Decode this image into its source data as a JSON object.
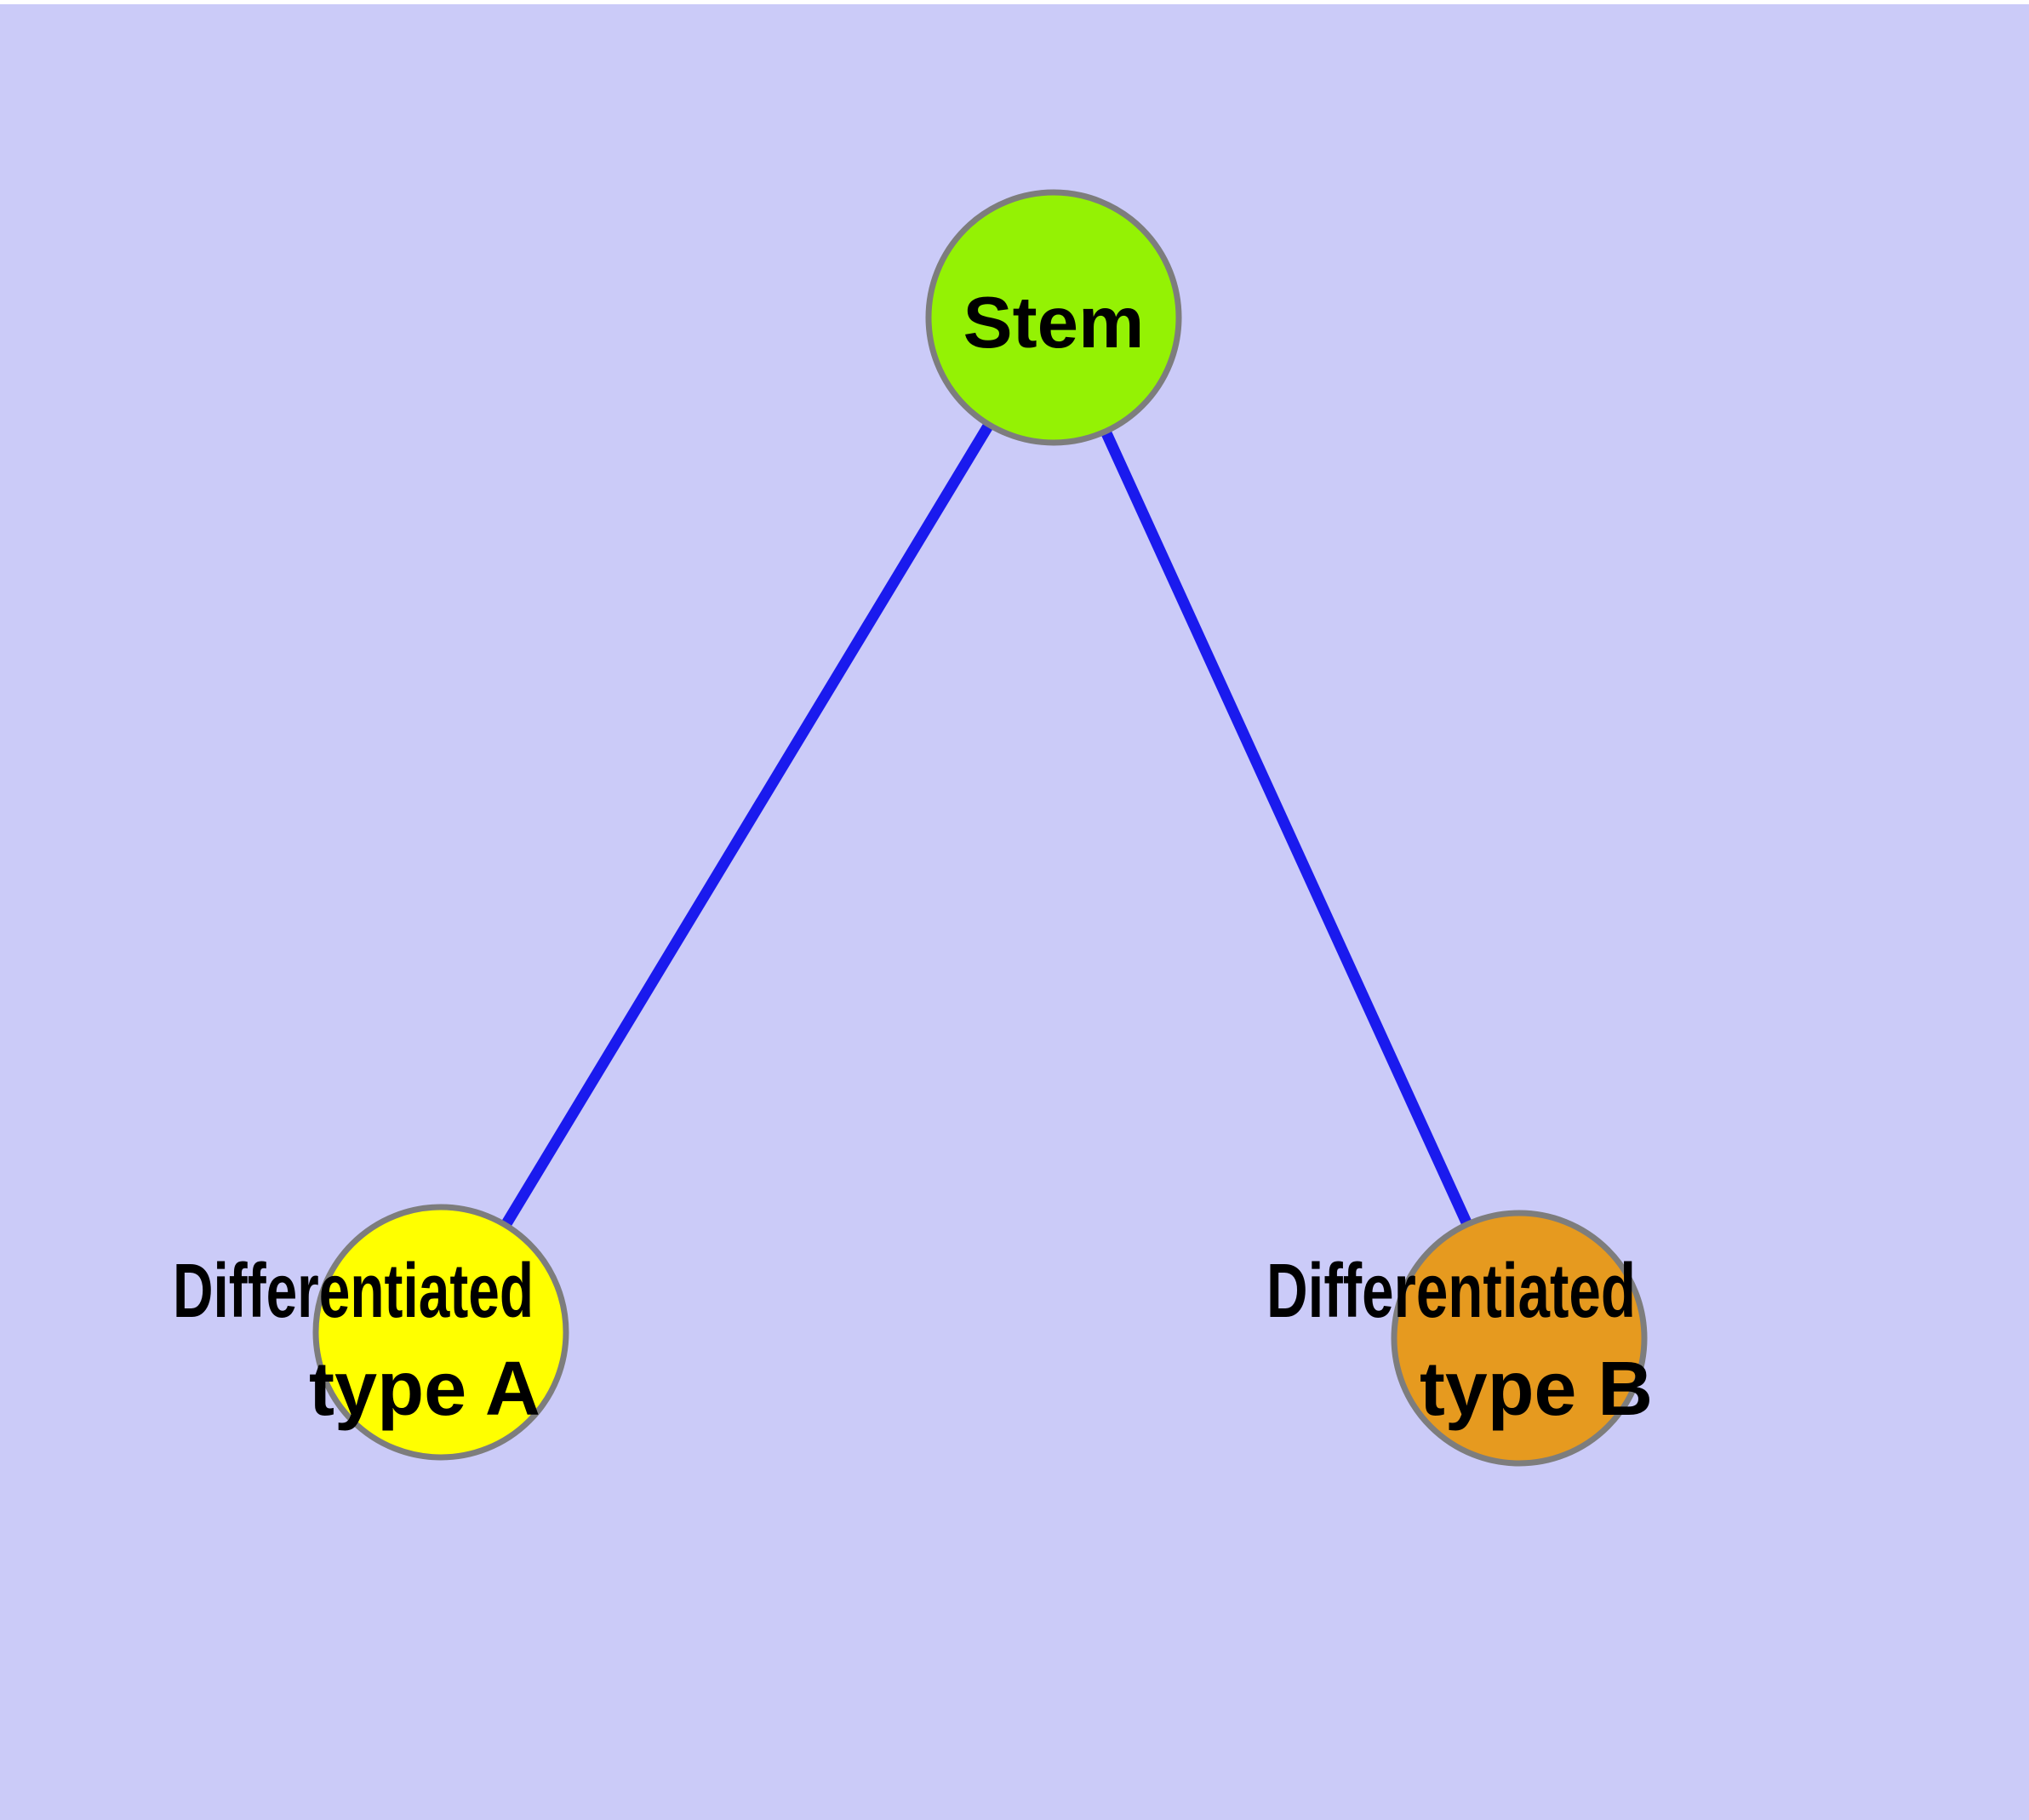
{
  "diagram": {
    "background_color": "#CBCBF8",
    "top_margin_color": "#FFFFFF",
    "edge_color": "#1A1AEE",
    "node_border_color": "#7D7D7D",
    "text_color": "#000000",
    "nodes": [
      {
        "id": "stem",
        "label": "Stem",
        "fill": "#94F204"
      },
      {
        "id": "diff-a",
        "line1": "Differentiated",
        "line2": "type A",
        "fill": "#FFFF00"
      },
      {
        "id": "diff-b",
        "line1": "Differentiated",
        "line2": "type B",
        "fill": "#E69A1F"
      }
    ],
    "edges": [
      {
        "from": "stem",
        "to": "diff-a"
      },
      {
        "from": "stem",
        "to": "diff-b"
      }
    ]
  }
}
